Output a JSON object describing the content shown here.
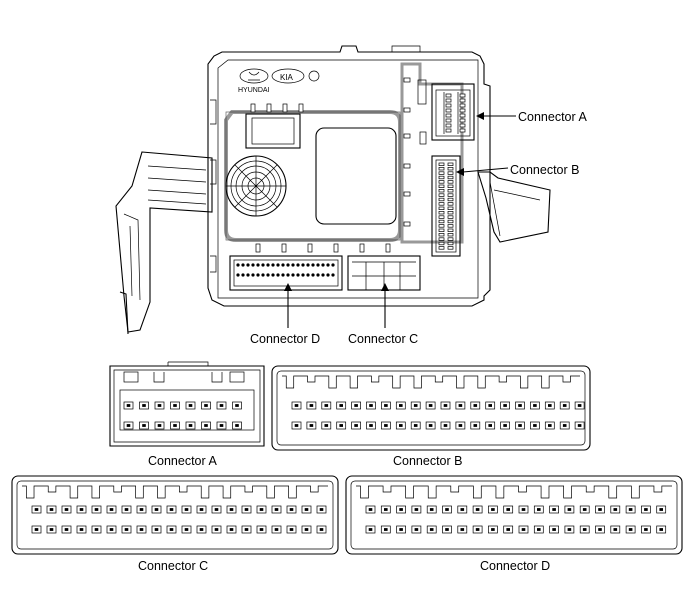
{
  "labels": {
    "main_connector_a": "Connector A",
    "main_connector_b": "Connector B",
    "main_connector_c": "Connector C",
    "main_connector_d": "Connector D",
    "caption_a": "Connector A",
    "caption_b": "Connector B",
    "caption_c": "Connector C",
    "caption_d": "Connector D"
  },
  "logos": {
    "hyundai": "HYUNDAI",
    "kia": "KIA"
  },
  "connectors": {
    "A": {
      "rows": 2,
      "pins_per_row": 8
    },
    "B": {
      "rows": 2,
      "pins_per_row": 20
    },
    "C": {
      "rows": 2,
      "pins_per_row": 20
    },
    "D": {
      "rows": 2,
      "pins_per_row": 20
    }
  }
}
